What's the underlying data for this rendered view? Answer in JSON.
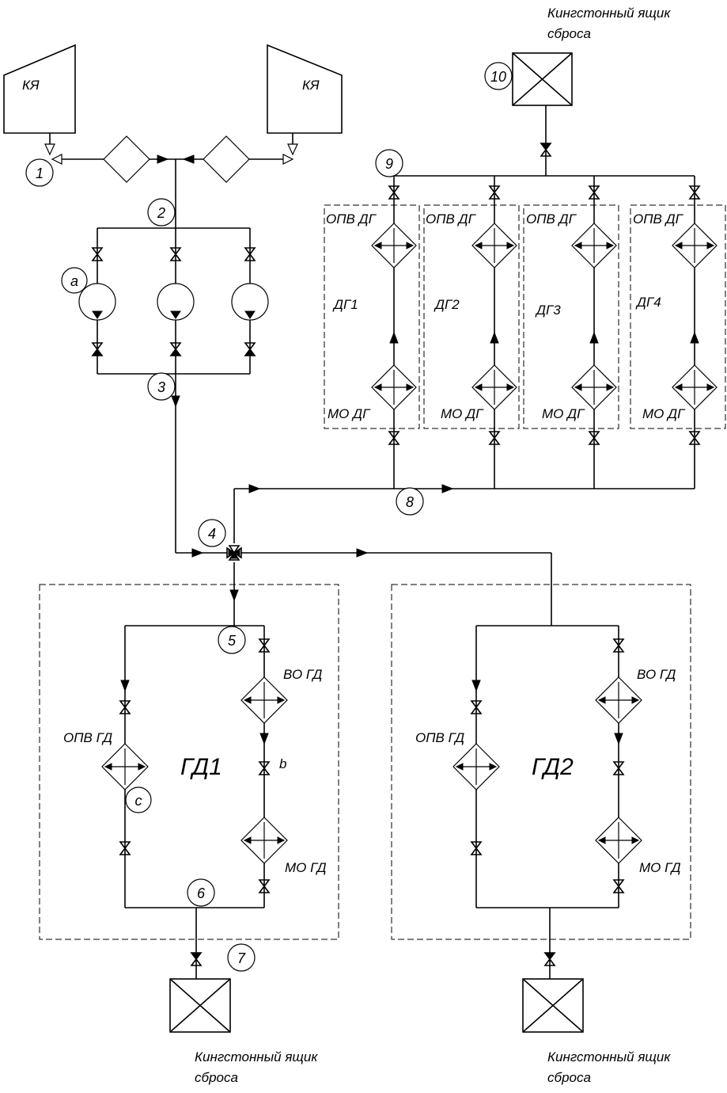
{
  "labels": {
    "intake_box": "КЯ",
    "discharge_box_line1": "Кингстонный ящик",
    "discharge_box_line2": "сброса",
    "dg_opv": "ОПВ ДГ",
    "dg_mo": "МО ДГ",
    "dg1": "ДГ1",
    "dg2": "ДГ2",
    "dg3": "ДГ3",
    "dg4": "ДГ4",
    "gd1": "ГД1",
    "gd2": "ГД2",
    "gd_opv": "ОПВ ГД",
    "gd_vo": "ВО ГД",
    "gd_mo": "МО ГД"
  },
  "markers": {
    "m1": "1",
    "m2": "2",
    "m3": "3",
    "m4": "4",
    "m5": "5",
    "m6": "6",
    "m7": "7",
    "m8": "8",
    "m9": "9",
    "m10": "10",
    "ma": "a",
    "mb": "b",
    "mc": "c"
  }
}
